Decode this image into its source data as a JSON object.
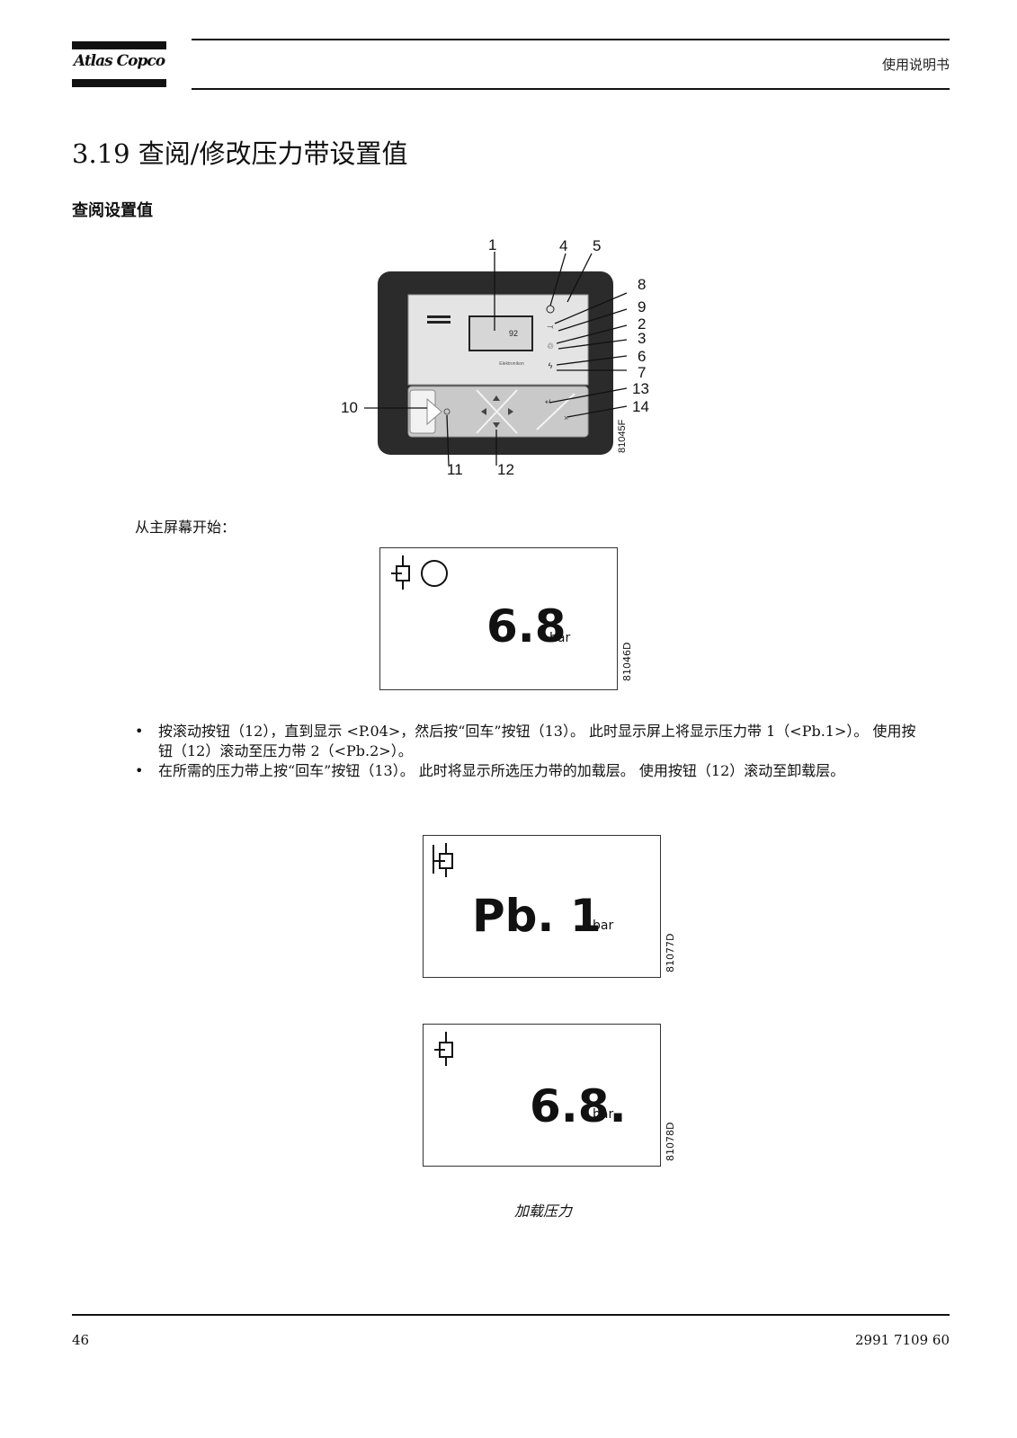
{
  "header": {
    "brand": "Atlas Copco",
    "doc_type": "使用说明书"
  },
  "section": {
    "title": "3.19 查阅/修改压力带设置值",
    "subheading": "查阅设置值"
  },
  "controller_figure": {
    "callouts": [
      "1",
      "4",
      "5",
      "8",
      "9",
      "2",
      "3",
      "6",
      "7",
      "13",
      "14",
      "10",
      "11",
      "12"
    ],
    "screen_value": "92",
    "figure_code": "81045F"
  },
  "intro_text": "从主屏幕开始：",
  "displays": [
    {
      "value": "6.8",
      "unit": "bar",
      "code": "81046D"
    },
    {
      "value": "Pb. 1",
      "unit": "bar",
      "code": "81077D"
    },
    {
      "value": "6.8.",
      "unit": "bar",
      "code": "81078D"
    }
  ],
  "bullets": [
    "按滚动按钮（12），直到显示 <P.04>，然后按“回车”按钮（13）。 此时显示屏上将显示压力带 1（<Pb.1>）。 使用按钮（12）滚动至压力带 2（<Pb.2>）。",
    "在所需的压力带上按“回车”按钮（13）。 此时将显示所选压力带的加载层。 使用按钮（12）滚动至卸载层。"
  ],
  "caption": "加载压力",
  "footer": {
    "page_number": "46",
    "doc_number": "2991 7109 60"
  }
}
